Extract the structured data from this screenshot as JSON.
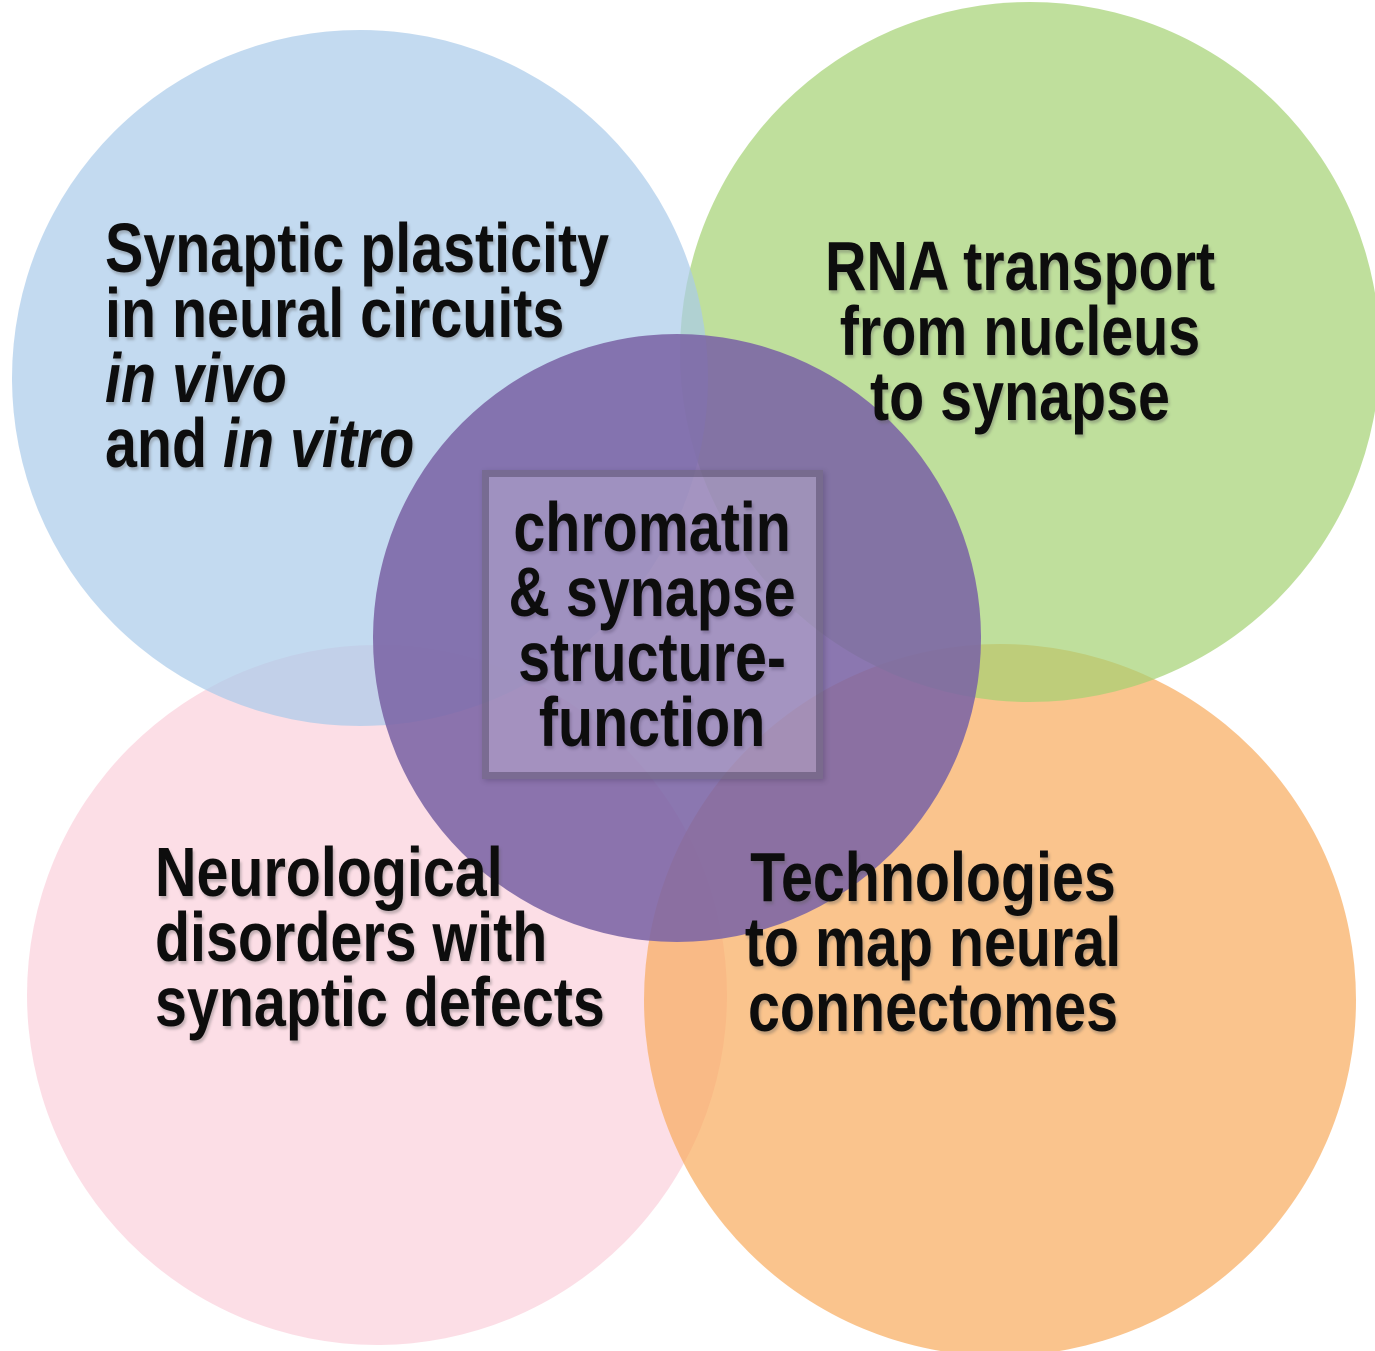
{
  "diagram": {
    "title_hint": "five-circle venn of research themes",
    "blue": {
      "line1": "Synaptic plasticity",
      "line2": "in neural circuits",
      "line3": "in vivo",
      "line4_prefix": "and ",
      "line4_italic": "in vitro"
    },
    "green": {
      "line1": "RNA transport",
      "line2": "from nucleus",
      "line3": "to synapse"
    },
    "pink": {
      "line1": "Neurological",
      "line2": "disorders with",
      "line3": "synaptic defects"
    },
    "orange": {
      "line1": "Technologies",
      "line2": "to map neural",
      "line3": "connectomes"
    },
    "center": {
      "line1": "chromatin",
      "line2": "& synapse",
      "line3": "structure-",
      "line4": "function"
    },
    "palette": {
      "background": "#ffffff",
      "blue_circle": "#c3daf0",
      "green_circle": "#bfdf9c",
      "pink_circle": "#fcdee6",
      "orange_circle": "#fac48d",
      "purple_overlay": "rgba(123,100,165,0.88)",
      "blue_green_overlap": "#b0d0d3",
      "pink_orange_overlap": "#f9ba85",
      "box_border": "#6e6284",
      "box_fill": "rgba(255,255,255,0.22)",
      "text": "#0d0d0d"
    }
  }
}
